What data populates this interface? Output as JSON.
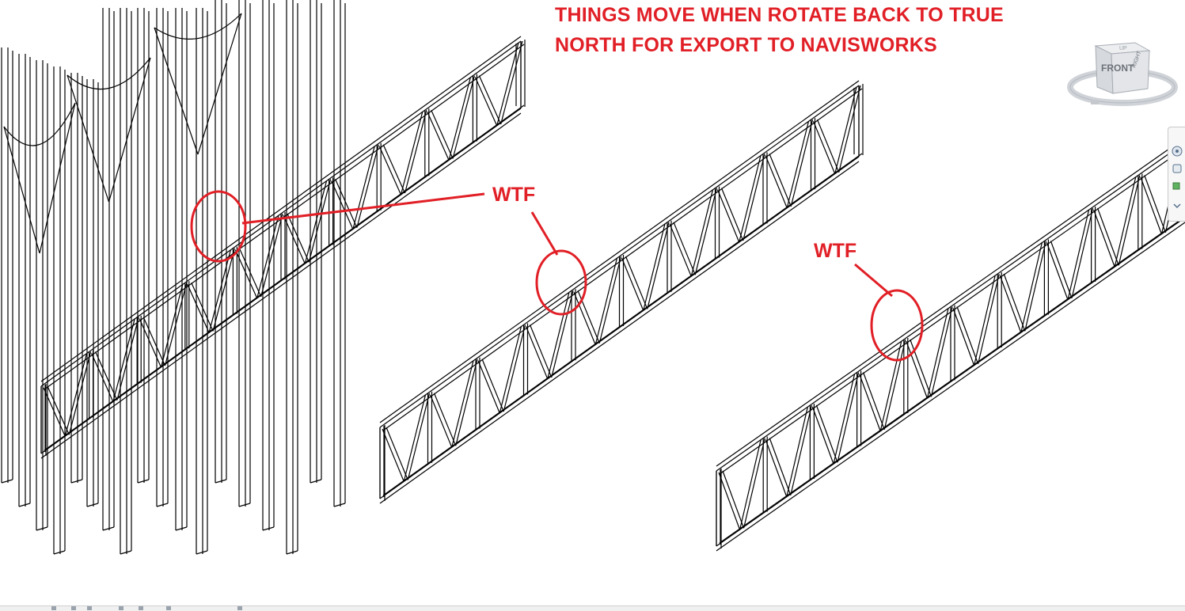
{
  "annotations": {
    "title_line_1": "THINGS MOVE WHEN ROTATE BACK TO TRUE",
    "title_line_2": "NORTH FOR EXPORT TO NAVISWORKS",
    "callout_1": "WTF",
    "callout_2": "WTF",
    "color": "#e11f26"
  },
  "viewcube": {
    "face_label": "FRONT",
    "side_label": "RIGHT",
    "top_label": "UP"
  },
  "navigation_bar": {
    "tools": [
      "steering-wheel-icon",
      "pan-icon",
      "zoom-icon",
      "orbit-icon"
    ]
  },
  "colors": {
    "linework": "#000000",
    "background": "#ffffff",
    "markup": "#e11f26",
    "viewcube_face": "#d6d9dd"
  }
}
